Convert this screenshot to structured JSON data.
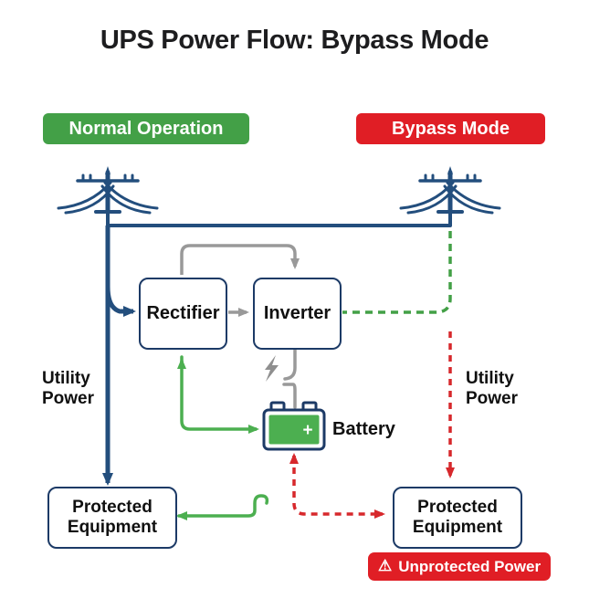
{
  "title": "UPS Power Flow: Bypass Mode",
  "banners": {
    "normal_operation": {
      "label": "Normal Operation",
      "bg": "#43a047"
    },
    "bypass_mode": {
      "label": "Bypass Mode",
      "bg": "#e01e25"
    }
  },
  "nodes": {
    "rectifier": {
      "label": "Rectifier"
    },
    "inverter": {
      "label": "Inverter"
    },
    "battery": {
      "label": "Battery",
      "terminal_sign": "+"
    },
    "protected_equipment_left": {
      "label": "Protected Equipment"
    },
    "protected_equipment_right": {
      "label": "Protected Equipment"
    }
  },
  "labels": {
    "utility_power_left": "Utility Power",
    "utility_power_right": "Utility Power"
  },
  "warning_badge": {
    "icon": "⚠",
    "label": "Unprotected Power",
    "bg": "#e01e25"
  },
  "colors": {
    "utility_line_blue": "#234e7d",
    "box_border_navy": "#1c3a66",
    "normal_flow_green": "#4caf50",
    "banner_green": "#43a047",
    "bypass_flow_red": "#d7282c",
    "banner_red": "#e01e25",
    "inactive_gray": "#999999",
    "text_dark": "#1d1d1f"
  }
}
